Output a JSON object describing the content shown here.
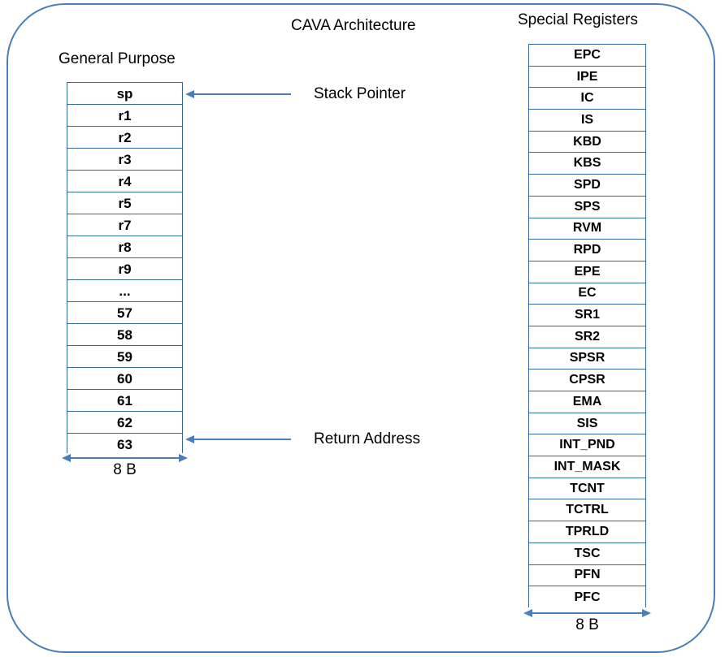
{
  "diagram": {
    "title": "CAVA Architecture",
    "frame_color": "#4a7ebb",
    "cell_border_color": "#36699c"
  },
  "general_purpose": {
    "heading": "General Purpose",
    "registers": [
      "sp",
      "r1",
      "r2",
      "r3",
      "r4",
      "r5",
      "r7",
      "r8",
      "r9",
      "...",
      "57",
      "58",
      "59",
      "60",
      "61",
      "62",
      "63"
    ],
    "width_label": "8 B",
    "callouts": [
      {
        "label": "Stack Pointer",
        "target_register": "sp"
      },
      {
        "label": "Return Address",
        "target_register": "63"
      }
    ]
  },
  "special_registers": {
    "heading": "Special Registers",
    "registers": [
      "EPC",
      "IPE",
      "IC",
      "IS",
      "KBD",
      "KBS",
      "SPD",
      "SPS",
      "RVM",
      "RPD",
      "EPE",
      "EC",
      "SR1",
      "SR2",
      "SPSR",
      "CPSR",
      "EMA",
      "SIS",
      "INT_PND",
      "INT_MASK",
      "TCNT",
      "TCTRL",
      "TPRLD",
      "TSC",
      "PFN",
      "PFC"
    ],
    "width_label": "8 B"
  }
}
